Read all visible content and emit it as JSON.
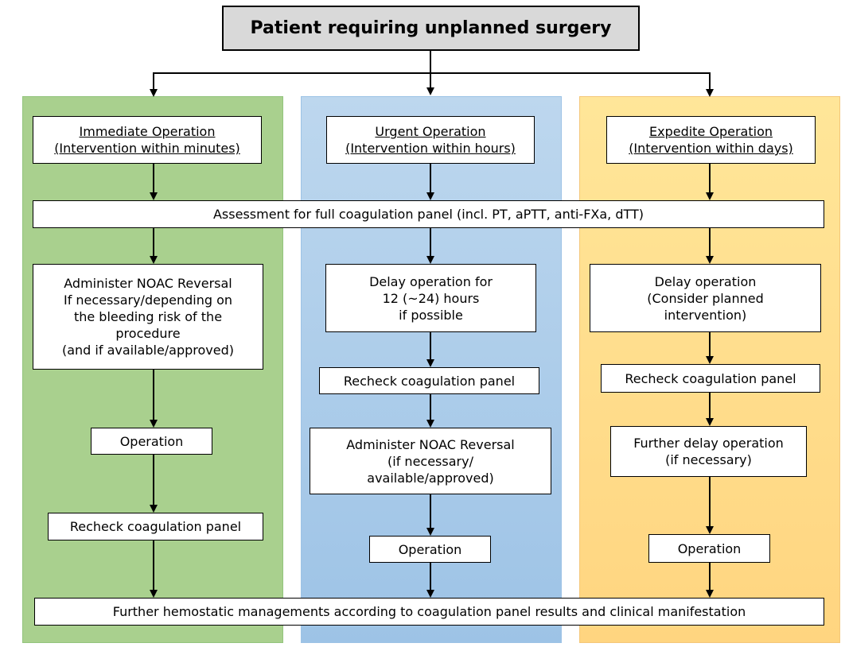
{
  "title": "Patient requiring unplanned surgery",
  "shared": {
    "assessment": "Assessment for full coagulation panel (incl. PT, aPTT, anti-FXa, dTT)",
    "final": "Further hemostatic managements according to coagulation panel results and clinical manifestation"
  },
  "colors": {
    "green": "#a9d08e",
    "blue": "#9dc3e6",
    "orange": "#ffd580",
    "title_box": "#d9d9d9"
  },
  "columns": [
    {
      "header": [
        "Immediate Operation",
        "(Intervention within minutes)"
      ],
      "steps": [
        "Administer NOAC Reversal\nIf necessary/depending on\nthe bleeding risk of the\nprocedure\n(and if available/approved)",
        "Operation",
        "Recheck coagulation panel"
      ]
    },
    {
      "header": [
        "Urgent Operation",
        "(Intervention within hours)"
      ],
      "steps": [
        "Delay operation for\n12 (~24) hours\nif possible",
        "Recheck coagulation panel",
        "Administer NOAC Reversal\n(if necessary/\navailable/approved)",
        "Operation"
      ]
    },
    {
      "header": [
        "Expedite Operation",
        "(Intervention within days)"
      ],
      "steps": [
        "Delay operation\n(Consider planned\nintervention)",
        "Recheck coagulation panel",
        "Further delay operation\n(if necessary)",
        "Operation"
      ]
    }
  ]
}
